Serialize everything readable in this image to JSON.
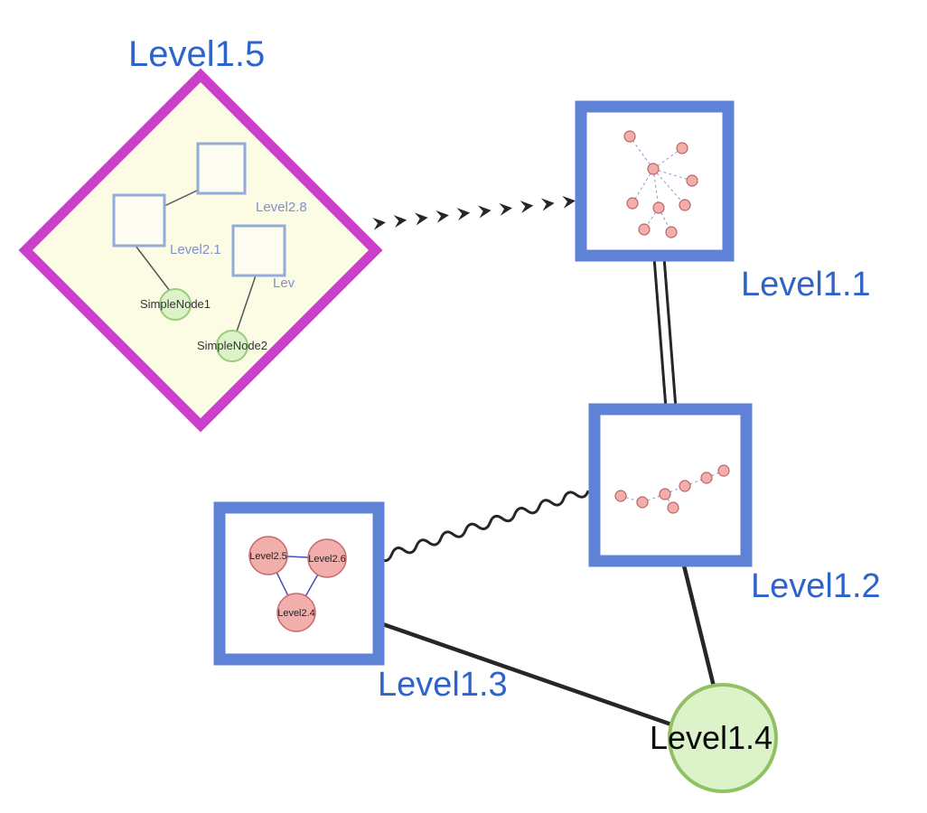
{
  "diagram": {
    "nodes": {
      "level15": {
        "label": "Level1.5",
        "shape": "diamond"
      },
      "level11": {
        "label": "Level1.1",
        "shape": "square"
      },
      "level12": {
        "label": "Level1.2",
        "shape": "square"
      },
      "level13": {
        "label": "Level1.3",
        "shape": "square"
      },
      "level14": {
        "label": "Level1.4",
        "shape": "circle"
      }
    },
    "level15_children": {
      "squares": [
        "Level2.8",
        "Level2.1",
        "Lev"
      ],
      "circles": [
        "SimpleNode1",
        "SimpleNode2"
      ]
    },
    "level13_children": [
      "Level2.5",
      "Level2.6",
      "Level2.4"
    ],
    "edges": [
      {
        "from": "Level1.5",
        "to": "Level1.1",
        "style": "dashed-arrow"
      },
      {
        "from": "Level1.1",
        "to": "Level1.2",
        "style": "double-line"
      },
      {
        "from": "Level1.3",
        "to": "Level1.2",
        "style": "wavy"
      },
      {
        "from": "Level1.3",
        "to": "Level1.4",
        "style": "solid"
      },
      {
        "from": "Level1.2",
        "to": "Level1.4",
        "style": "solid"
      }
    ],
    "colors": {
      "label_blue": "#2e64c9",
      "diamond_border": "#cb3fcb",
      "diamond_fill": "#fbfce3",
      "square_border": "#6082d6",
      "square_fill": "#ffffff",
      "green_node_fill": "#dcf3c9",
      "green_node_border": "#90c163",
      "pink_node_fill": "#f2aeaa",
      "pink_node_border": "#c46a6a",
      "edge_color": "#262626"
    }
  }
}
